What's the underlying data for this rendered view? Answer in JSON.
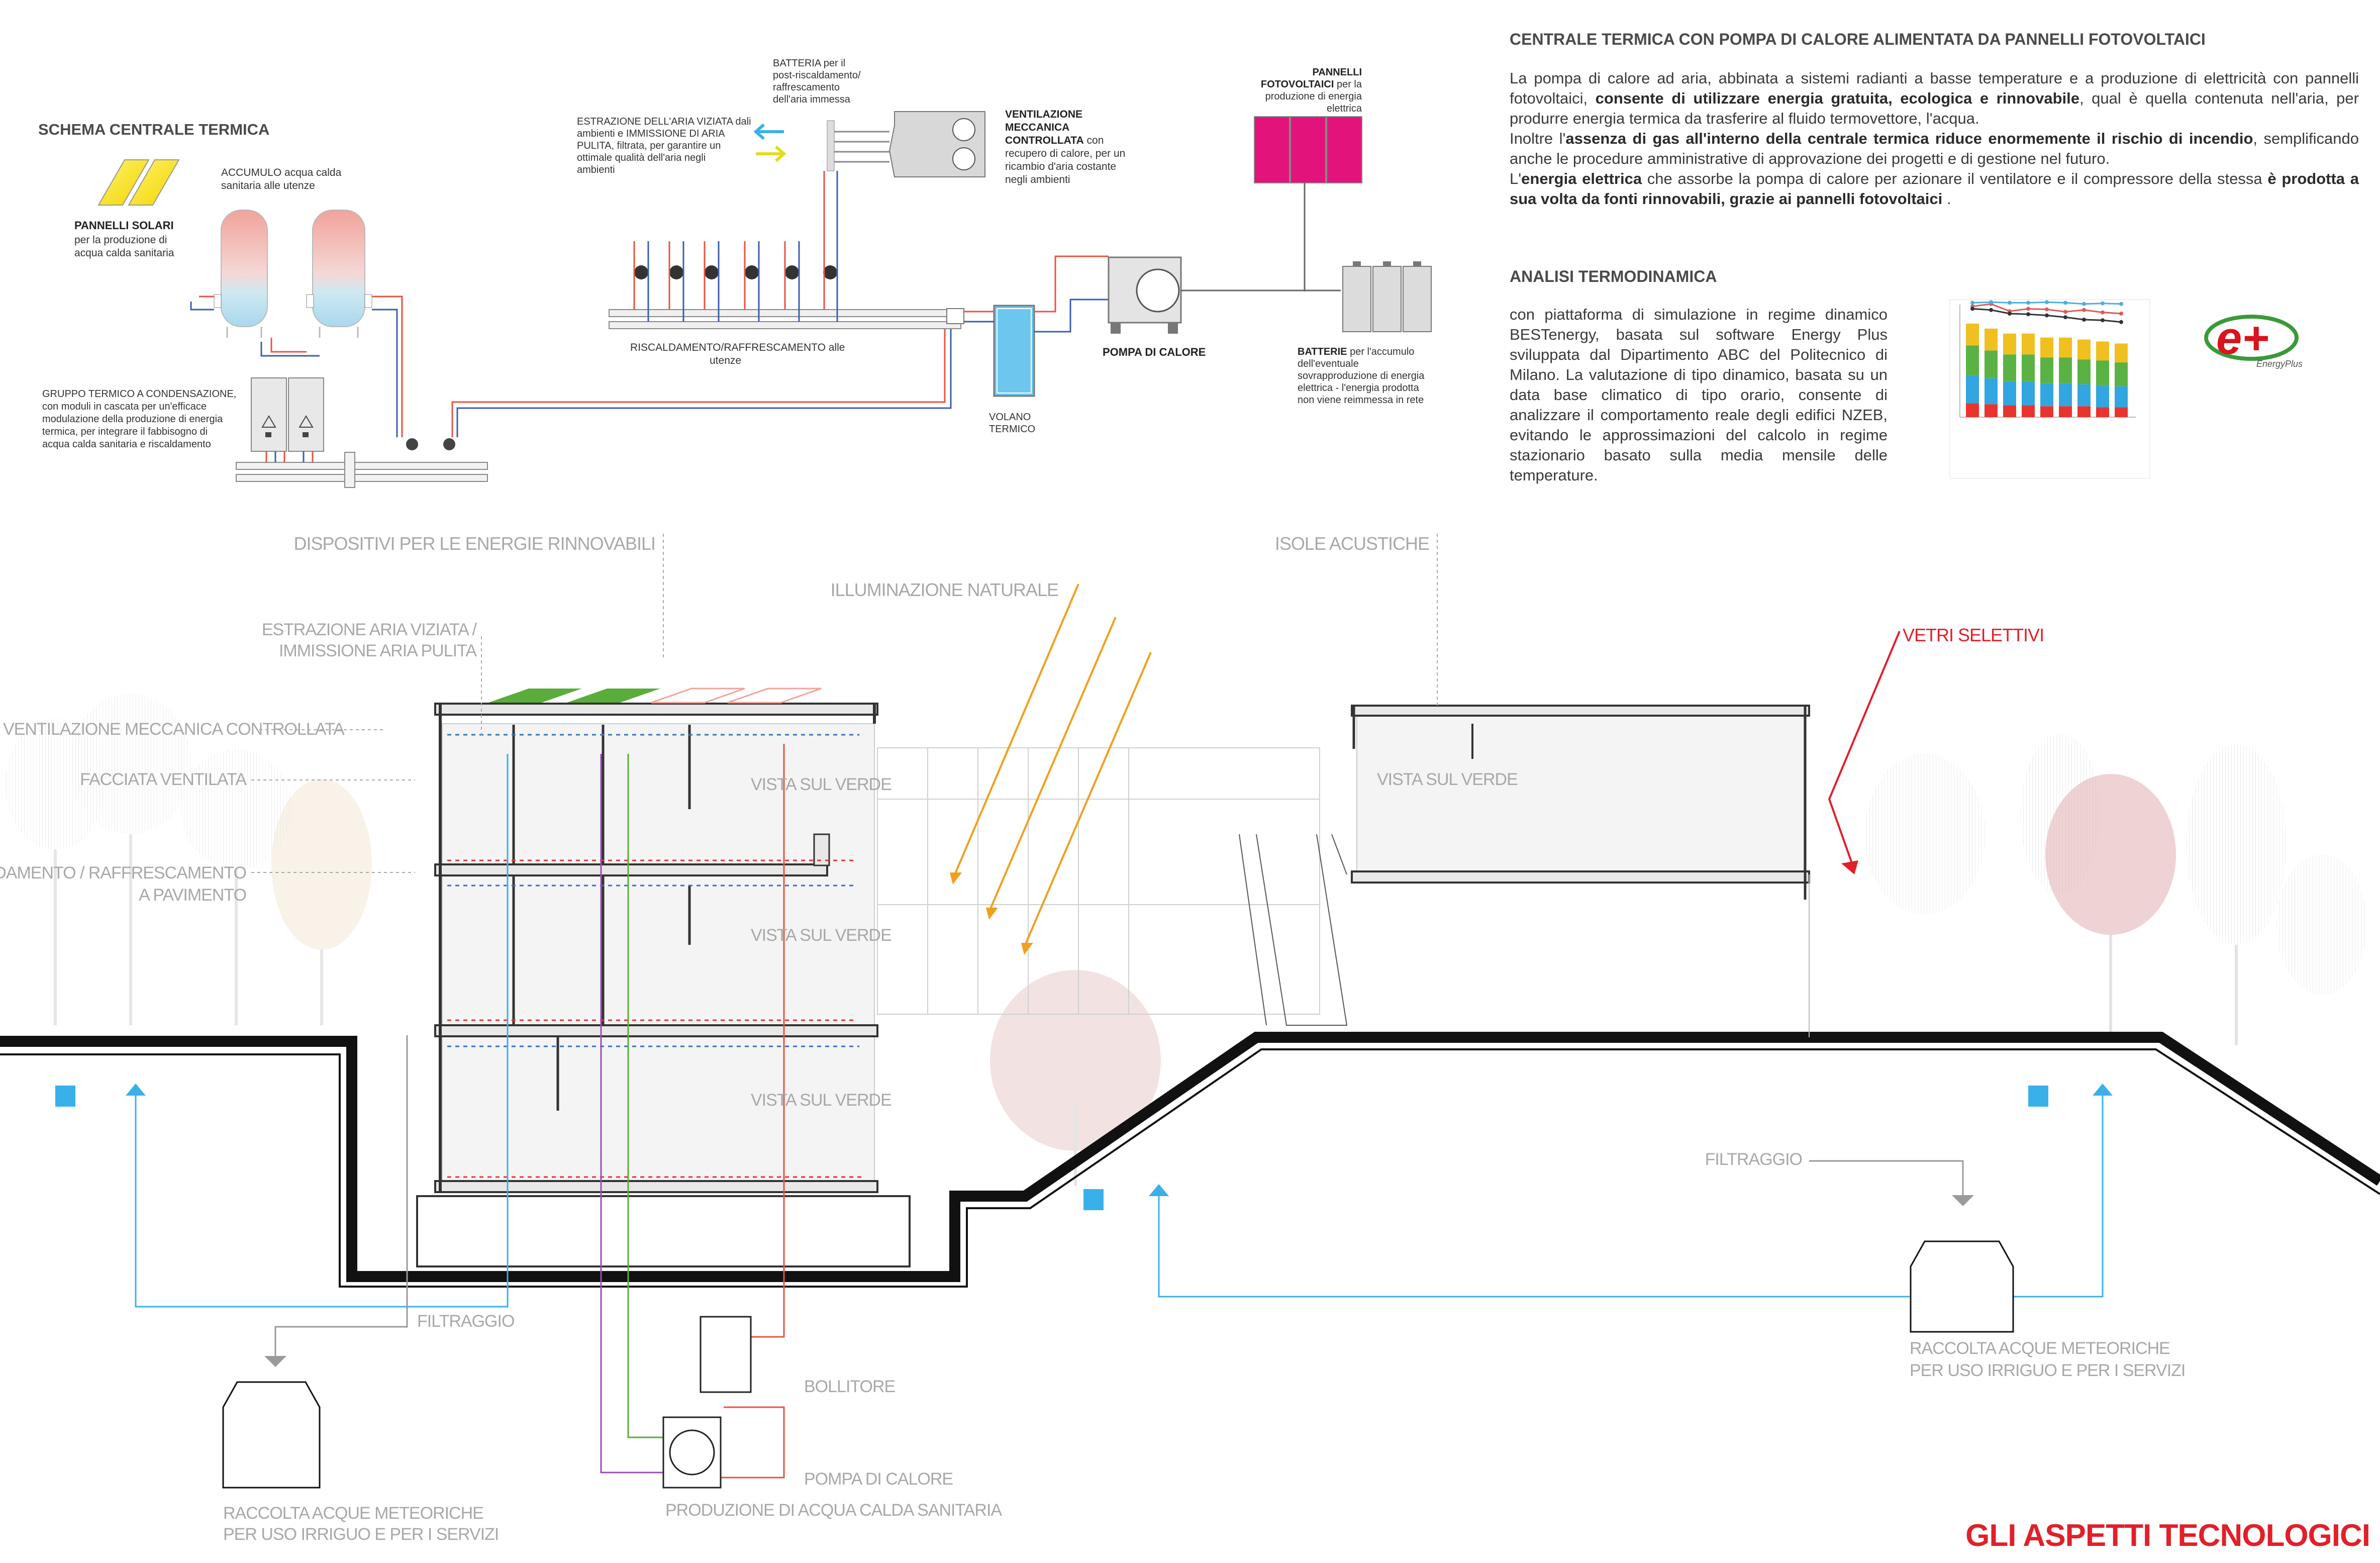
{
  "heading_top": "CENTRALE TERMICA CON POMPA DI CALORE ALIMENTATA DA PANNELLI FOTOVOLTAICI",
  "intro": {
    "p1a": "La pompa di calore ad aria, abbinata a sistemi radianti a basse temperature e a produzione di elettricità con pannelli fotovoltaici, ",
    "p1b": "consente di utilizzare energia gratuita, ecologica e rinnovabile",
    "p1c": ", qual è quella contenuta nell'aria, per produrre energia termica da trasferire al fluido termovettore, l'acqua.",
    "p2a": "Inoltre l'",
    "p2b": "assenza di gas all'interno della centrale termica riduce enormemente il rischio di incendio",
    "p2c": ", semplificando anche le procedure amministrative di approvazione dei progetti e di gestione nel futuro.",
    "p3a": "L'",
    "p3b": "energia elettrica",
    "p3c": " che assorbe la pompa di calore per azionare il ventilatore e il compressore della stessa ",
    "p3d": "è prodotta a sua volta da fonti rinnovabili, grazie ai pannelli fotovoltaici",
    "p3e": " ."
  },
  "analysis": {
    "title": "ANALISI TERMODINAMICA",
    "text": "con piattaforma di simulazione in regime dinamico BESTenergy, basata sul software Energy Plus sviluppata dal Dipartimento ABC del Politecnico di Milano. La valutazione di tipo dinamico, basata su un data base climatico di tipo orario, consente di analizzare il comportamento reale degli edifici NZEB, evitando le approssimazioni del calcolo in regime stazionario basato sulla media mensile delle temperature.",
    "logo_letters": "e+",
    "logo_caption": "EnergyPlus"
  },
  "scheme": {
    "title": "SCHEMA CENTRALE TERMICA",
    "solar_title": "PANNELLI SOLARI",
    "solar_l1": "per la produzione di",
    "solar_l2": "acqua calda sanitaria",
    "accumulo_l1": "ACCUMULO acqua calda",
    "accumulo_l2": "sanitaria alle utenze",
    "gruppo": [
      "GRUPPO TERMICO A CONDENSAZIONE,",
      "con moduli in cascata per un'efficace",
      "modulazione della produzione di energia",
      "termica, per integrare il fabbisogno di",
      "acqua calda sanitaria e riscaldamento"
    ],
    "estrazione": [
      "ESTRAZIONE DELL'ARIA VIZIATA dali",
      "ambienti e IMMISSIONE DI ARIA",
      "PULITA, filtrata, per garantire un",
      "ottimale qualità dell'aria negli",
      "ambienti"
    ],
    "batteria": [
      "BATTERIA per il",
      "post-riscaldamento/",
      "raffrescamento",
      "dell'aria immessa"
    ],
    "vmc_bold": [
      "VENTILAZIONE",
      "MECCANICA",
      "CONTROLLATA"
    ],
    "vmc_rest": [
      " con",
      "recupero di calore, per un",
      "ricambio d'aria costante",
      "negli ambienti"
    ],
    "riscaldamento": [
      "RISCALDAMENTO/RAFFRESCAMENTO alle",
      "utenze"
    ],
    "volano": [
      "VOLANO",
      "TERMICO"
    ],
    "pompa": "POMPA DI CALORE",
    "pv_bold": [
      "PANNELLI",
      "FOTOVOLTAICI"
    ],
    "pv_rest": [
      " per la",
      "produzione di energia",
      "elettrica"
    ],
    "batterie_bold": "BATTERIE",
    "batterie_rest": [
      " per l'accumulo",
      "dell'eventuale",
      "sovrapproduzione di energia",
      "elettrica - l'energia prodotta",
      "non viene reimmessa in rete"
    ]
  },
  "section": {
    "dispositivi": "DISPOSITIVI PER LE ENERGIE RINNOVABILI",
    "estrazione_l1": "ESTRAZIONE ARIA VIZIATA /",
    "estrazione_l2": "IMMISSIONE ARIA PULITA",
    "vmc": "VENTILAZIONE MECCANICA CONTROLLATA",
    "facciata": "FACCIATA VENTILATA",
    "risc_l1": "RISCALDAMENTO / RAFFRESCAMENTO",
    "risc_l2": "A PAVIMENTO",
    "illuminazione": "ILLUMINAZIONE NATURALE",
    "isole": "ISOLE ACUSTICHE",
    "vetri": "VETRI SELETTIVI",
    "vista": "VISTA SUL VERDE",
    "filtraggio": "FILTRAGGIO",
    "raccolta_l1": "RACCOLTA ACQUE METEORICHE",
    "raccolta_l2": "PER USO IRRIGUO E PER I SERVIZI",
    "bollitore": "BOLLITORE",
    "pompa_calore": "POMPA DI CALORE",
    "produzione": "PRODUZIONE DI ACQUA CALDA SANITARIA"
  },
  "chart_data": {
    "type": "bar",
    "categories": [
      "",
      "",
      "",
      "",
      "",
      "",
      "",
      "",
      ""
    ],
    "series": [
      {
        "values": [
          14,
          13,
          12,
          12,
          11,
          11,
          11,
          10,
          10
        ]
      },
      {
        "values": [
          28,
          26,
          24,
          24,
          23,
          23,
          22,
          22,
          21
        ]
      },
      {
        "values": [
          30,
          28,
          27,
          27,
          26,
          26,
          25,
          25,
          24
        ]
      },
      {
        "values": [
          22,
          22,
          21,
          21,
          20,
          20,
          20,
          19,
          19
        ]
      }
    ],
    "lines": [
      {
        "values": [
          92,
          96,
          84,
          88,
          87,
          83,
          86,
          82,
          80
        ]
      },
      {
        "values": [
          98,
          99,
          98,
          98,
          99,
          98,
          96,
          97,
          96
        ]
      },
      {
        "values": [
          88,
          86,
          80,
          79,
          77,
          74,
          70,
          69,
          66
        ]
      }
    ],
    "colors": [
      "#e8342f",
      "#32a6e0",
      "#5bb244",
      "#f0c020"
    ],
    "line_colors": [
      "#e05a5a",
      "#4ab0e0",
      "#333333"
    ],
    "ylim": [
      0,
      100
    ]
  },
  "footer_title": "GLI ASPETTI TECNOLOGICI",
  "colors": {
    "hot": "#e8533f",
    "cold": "#3a5fb0",
    "rain": "#3ab0e8",
    "grey": "#9a9a9a",
    "title_red": "#e0202a",
    "pv": "#e2147c",
    "roof_green": "#5aad3a"
  }
}
